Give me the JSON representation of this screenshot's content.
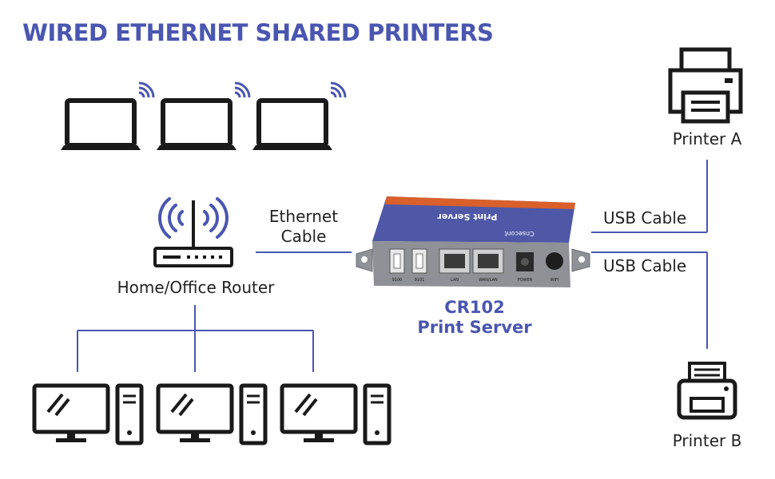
{
  "title": "WIRED ETHERNET SHARED PRINTERS",
  "colors": {
    "accent": "#4a56b0",
    "line": "#4a56b0",
    "icon": "#1a1a1a",
    "device_body": "#8f9196",
    "device_top": "#4f58a6"
  },
  "labels": {
    "ethernet_cable_line1": "Ethernet",
    "ethernet_cable_line2": "Cable",
    "router": "Home/Office Router",
    "usb_cable_a": "USB Cable",
    "usb_cable_b": "USB Cable",
    "printer_a": "Printer A",
    "printer_b": "Printer B",
    "device_model": "CR102",
    "device_type": "Print Server"
  },
  "device": {
    "top_brand": "Cnsecont",
    "top_product": "Print Server",
    "port_labels": [
      "9100",
      "9101",
      "LAN",
      "WAN/LAN",
      "POWER",
      "WIFI"
    ]
  },
  "icons": {
    "laptops": [
      "laptop-wifi-icon",
      "laptop-wifi-icon",
      "laptop-wifi-icon"
    ],
    "desktops": [
      "desktop-pc-icon",
      "desktop-pc-icon",
      "desktop-pc-icon"
    ],
    "router": "router-icon",
    "printers": [
      "printer-icon",
      "printer-icon"
    ]
  }
}
